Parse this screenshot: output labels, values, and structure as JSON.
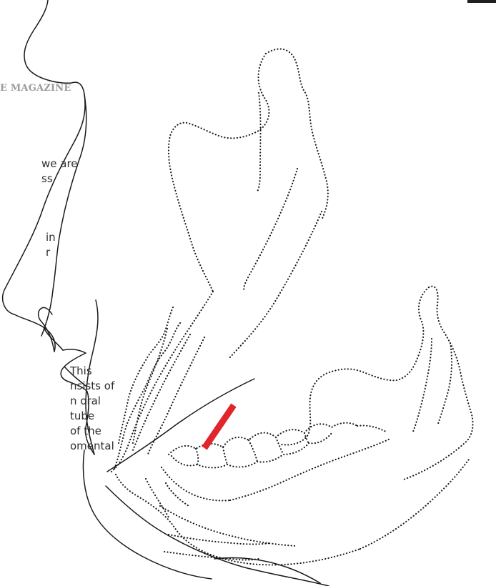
{
  "header": {
    "masthead": "E MAGAZINE"
  },
  "fragments": {
    "top_lines": [
      "we are",
      "ss"
    ],
    "middle_lines": [
      "in",
      "r"
    ],
    "bottom_lines": [
      "This",
      "nsists of",
      "n oral",
      "tube",
      "of the",
      "omental"
    ]
  },
  "colors": {
    "line": "#1a1a1a",
    "marker": "#e1262b",
    "masthead": "#9a9a9a"
  }
}
